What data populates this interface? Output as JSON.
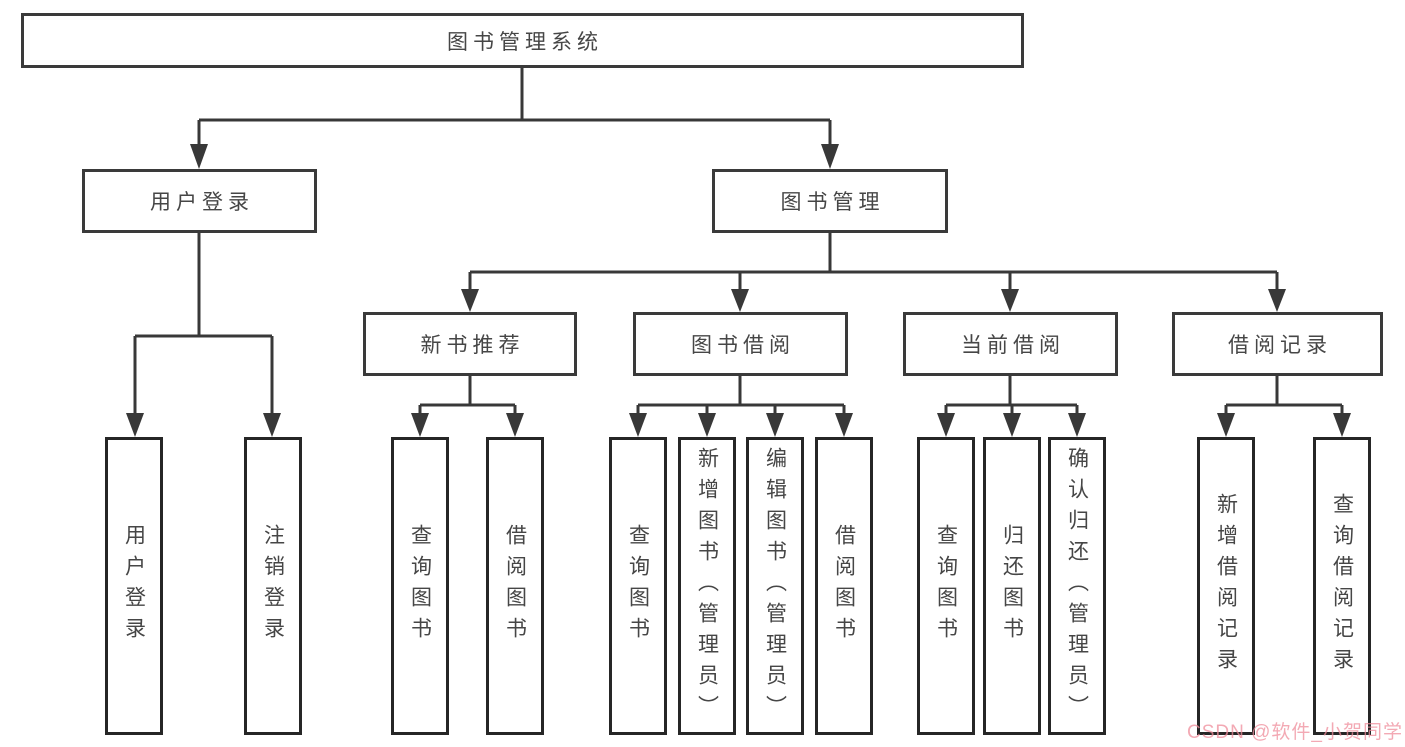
{
  "colors": {
    "background": "#ffffff",
    "line": "#383838",
    "box_border": "#3a3a3a",
    "leaf_border": "#262626",
    "text": "#464646",
    "watermark": "#ef8d9b"
  },
  "diagram": {
    "root": {
      "label": "图书管理系统"
    },
    "level2": [
      {
        "label": "用户登录"
      },
      {
        "label": "图书管理"
      }
    ],
    "level3": [
      {
        "label": "新书推荐"
      },
      {
        "label": "图书借阅"
      },
      {
        "label": "当前借阅"
      },
      {
        "label": "借阅记录"
      }
    ],
    "leaves": {
      "user_login": [
        "用户登录",
        "注销登录"
      ],
      "new_books": [
        "查询图书",
        "借阅图书"
      ],
      "book_borrow": [
        "查询图书",
        "新增图书（管理员）",
        "编辑图书（管理员）",
        "借阅图书"
      ],
      "current_borrow": [
        "查询图书",
        "归还图书",
        "确认归还（管理员）"
      ],
      "borrow_records": [
        "新增借阅记录",
        "查询借阅记录"
      ]
    }
  },
  "watermark": {
    "text": "CSDN @软件_小贺同学"
  }
}
